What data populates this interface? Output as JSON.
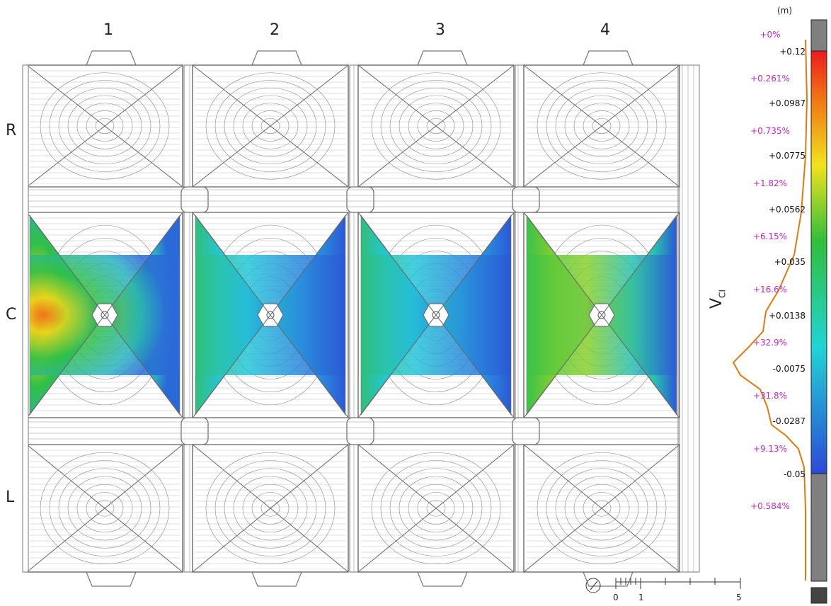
{
  "columns": [
    "1",
    "2",
    "3",
    "4"
  ],
  "rows": [
    "R",
    "C",
    "L"
  ],
  "vertical_label": "V",
  "vertical_label_sub": "CI",
  "legend": {
    "unit": "(m)",
    "ticks": [
      "+0.12",
      "+0.0987",
      "+0.0775",
      "+0.0562",
      "+0.035",
      "+0.0138",
      "-0.0075",
      "-0.0287",
      "-0.05"
    ],
    "percentages": [
      "+0%",
      "+0.261%",
      "+0.735%",
      "+1.82%",
      "+6.15%",
      "+16.6%",
      "+32.9%",
      "+31.8%",
      "+9.13%",
      "+0.584%"
    ],
    "colors": {
      "top_gray": "#808080",
      "red": "#ee1c1c",
      "orange": "#f07a14",
      "yellow": "#f2e21c",
      "green": "#2fbf3a",
      "cyan": "#22d4d4",
      "blue": "#2a49d8",
      "bottom_gray": "#808080",
      "curve": "#e07a10"
    }
  },
  "scale_bar": {
    "labels": [
      "0",
      "1",
      "5"
    ]
  }
}
